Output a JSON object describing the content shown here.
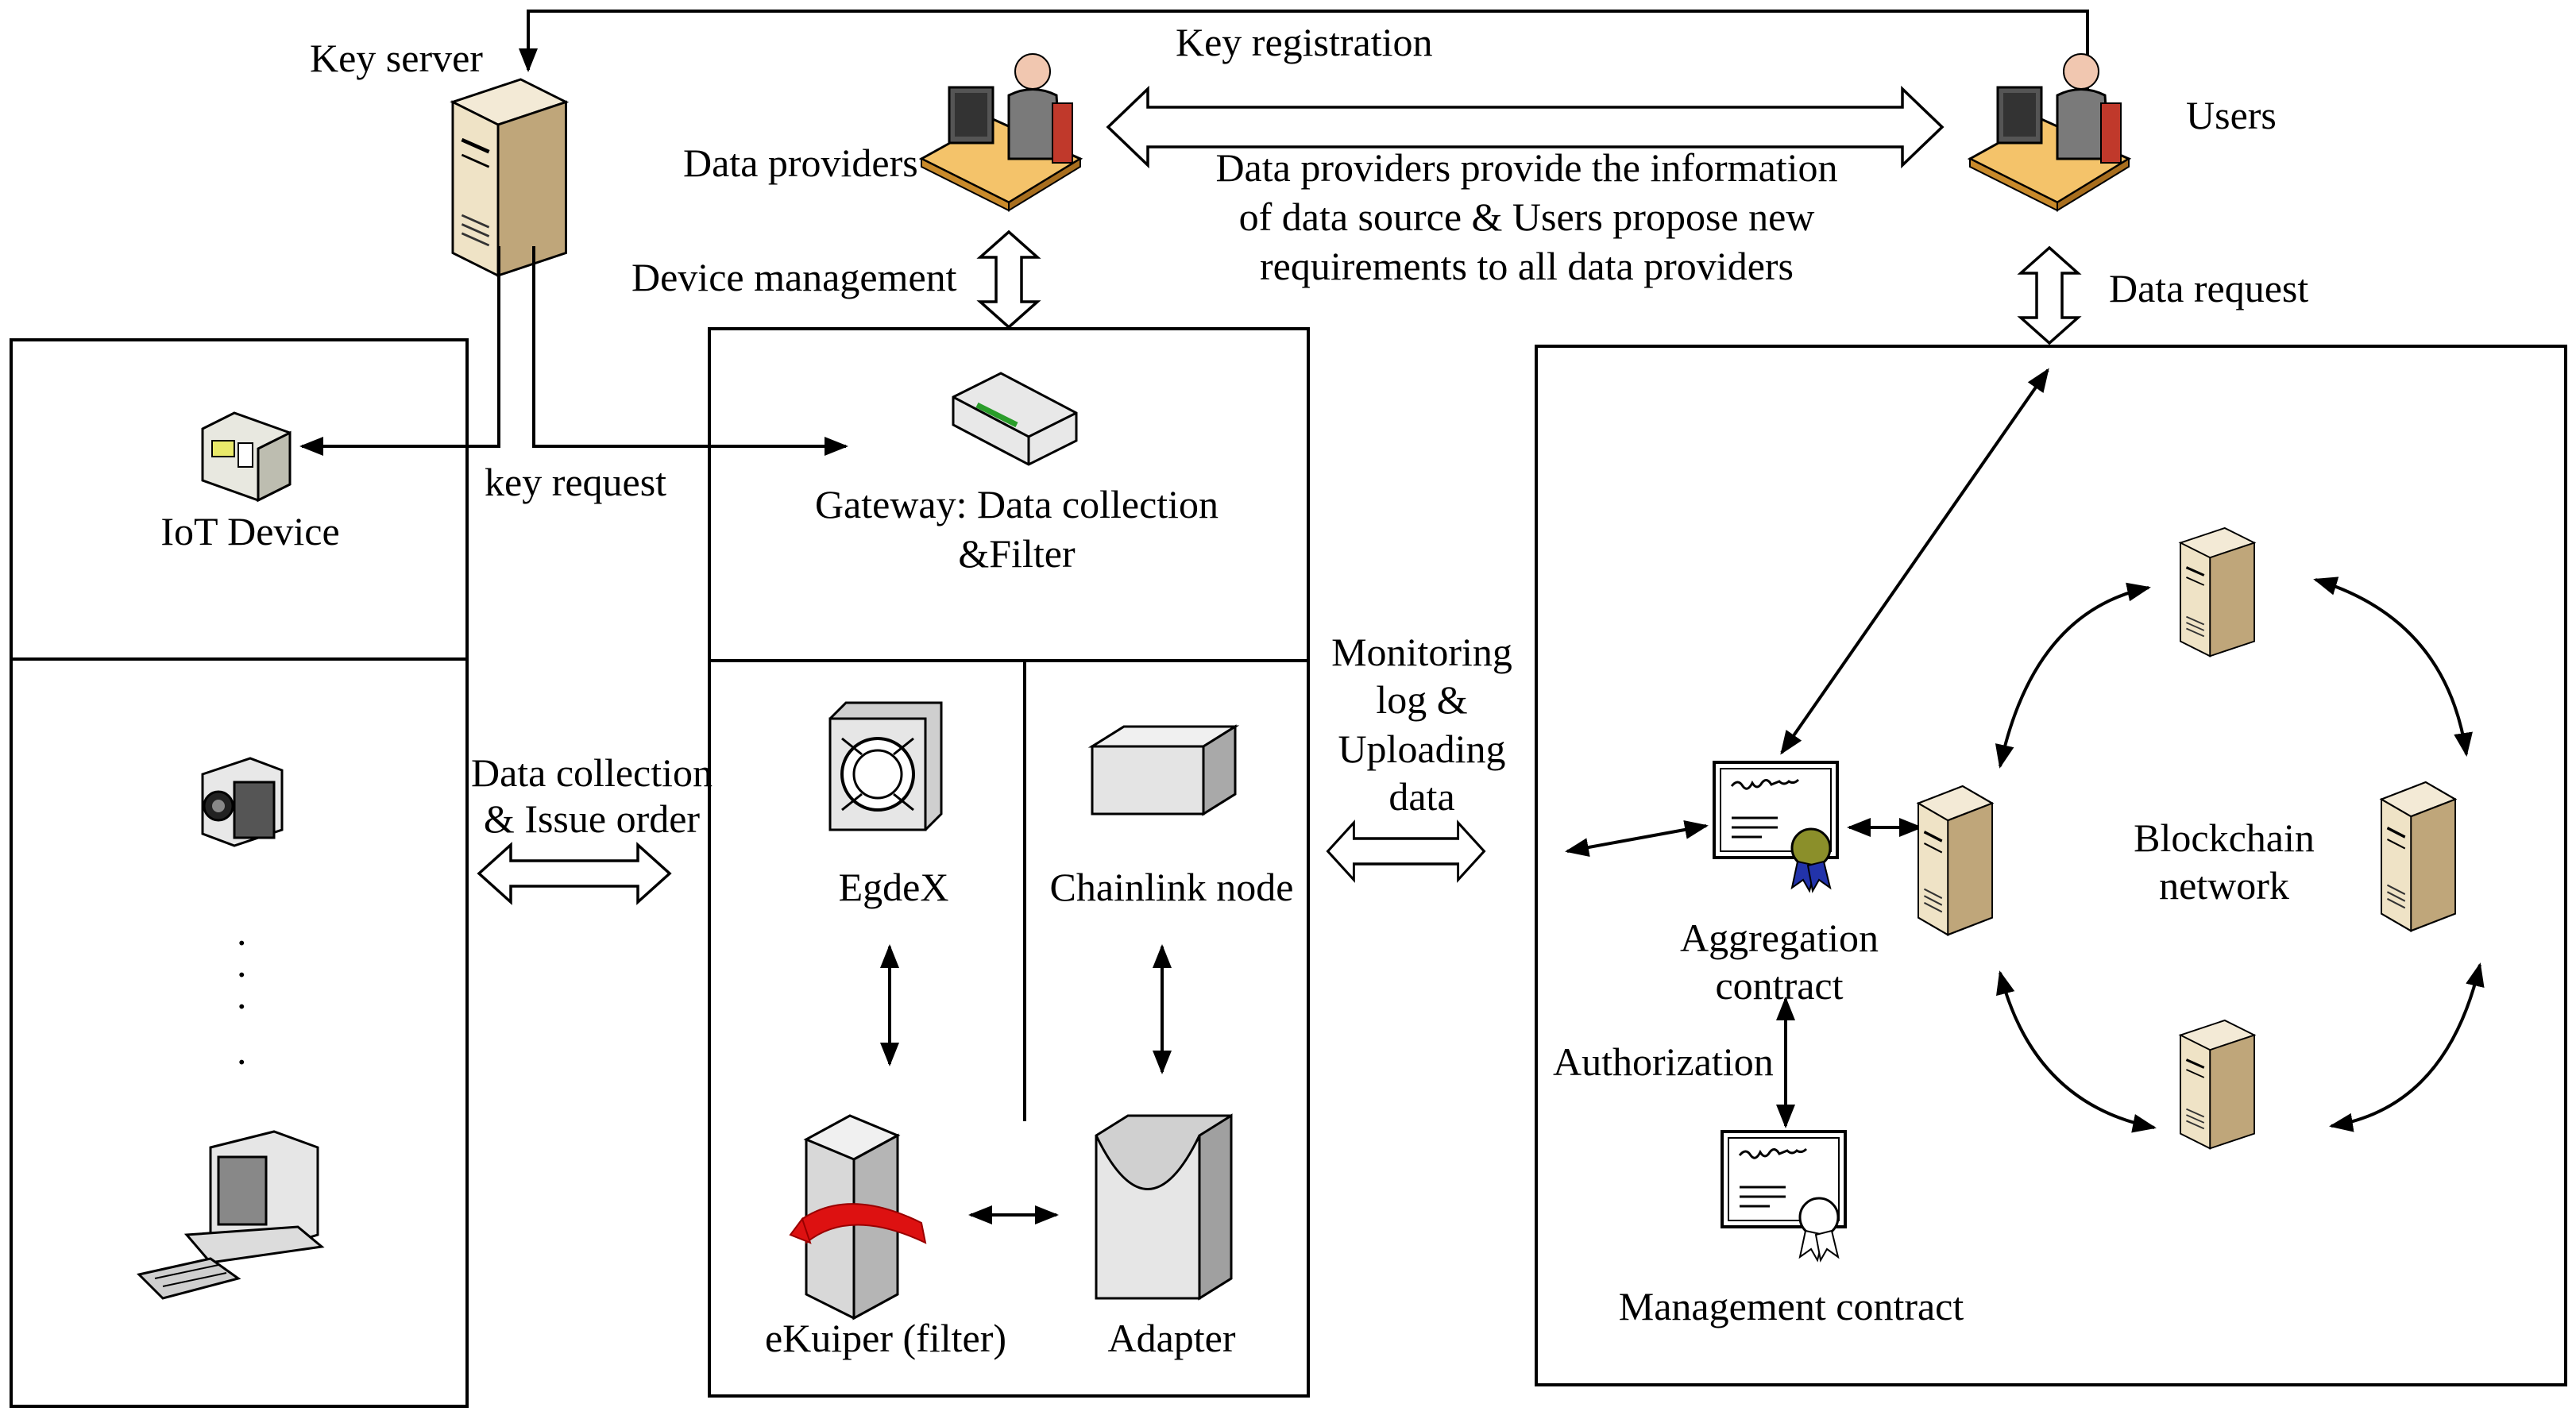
{
  "labels": {
    "key_server": "Key server",
    "key_registration": "Key registration",
    "data_providers": "Data providers",
    "users": "Users",
    "info_line1": "Data providers provide the information",
    "info_line2": "of data source & Users propose new",
    "info_line3": "requirements to all data providers",
    "device_management": "Device management",
    "data_request": "Data request",
    "iot_device": "IoT Device",
    "key_request": "key request",
    "gateway_line1": "Gateway: Data collection",
    "gateway_line2": "&Filter",
    "monitoring_line1": "Monitoring",
    "monitoring_line2": "log &",
    "monitoring_line3": "Uploading",
    "monitoring_line4": "data",
    "data_collection_line1": "Data collection",
    "data_collection_line2": "& Issue order",
    "edgex": "EgdeX",
    "chainlink_node": "Chainlink node",
    "ekuiper": "eKuiper (filter)",
    "adapter": "Adapter",
    "aggregation_line1": "Aggregation",
    "aggregation_line2": "contract",
    "authorization": "Authorization",
    "management_contract": "Management contract",
    "blockchain_line1": "Blockchain",
    "blockchain_line2": "network"
  },
  "icons": {
    "key_server": "server-tower-icon",
    "data_provider": "workstation-person-icon",
    "user": "workstation-person-icon",
    "iot_device": "iot-device-icon",
    "camera": "video-camera-icon",
    "desktop": "desktop-computer-icon",
    "gateway": "gateway-router-icon",
    "edgex": "edgex-module-icon",
    "chainlink": "chainlink-node-box-icon",
    "ekuiper": "ekuiper-filter-icon",
    "adapter": "adapter-block-icon",
    "contract": "certificate-contract-icon",
    "blockchain_node": "server-tower-icon"
  },
  "colors": {
    "server_body": "#e9dcc0",
    "server_side": "#c9b48c",
    "desk": "#f4c36a",
    "seal": "#8b8f2a",
    "ribbon": "#2233aa",
    "filter_ribbon": "#dd1111"
  }
}
